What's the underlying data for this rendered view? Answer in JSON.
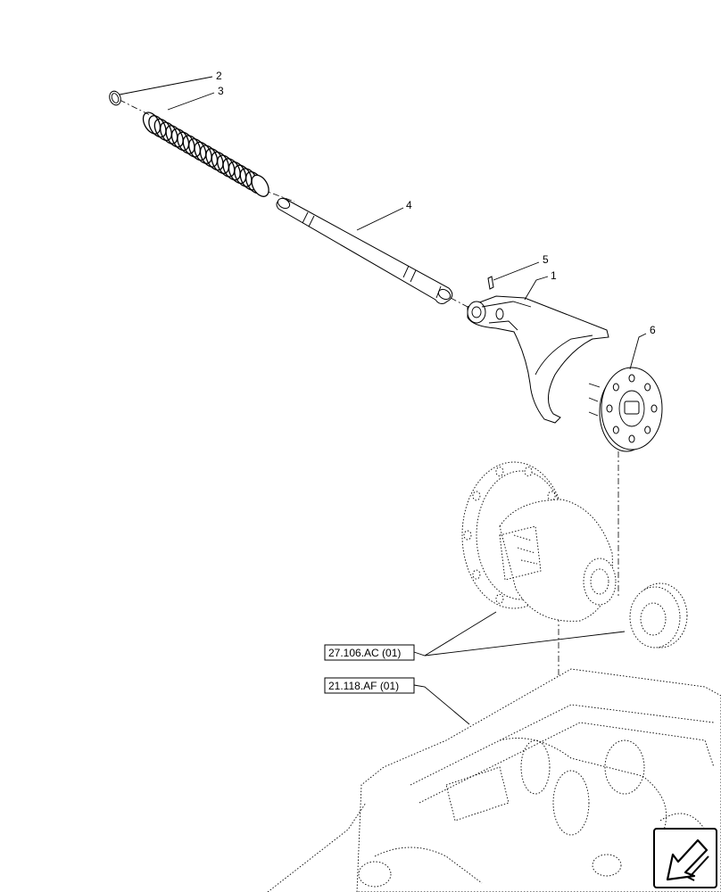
{
  "callouts": {
    "c1": "1",
    "c2": "2",
    "c3": "3",
    "c4": "4",
    "c5": "5",
    "c6": "6"
  },
  "references": {
    "ref_differential": "27.106.AC (01)",
    "ref_housing": "21.118.AF (01)"
  },
  "icons": {
    "nav_arrow": "arrow-down-left-icon"
  }
}
